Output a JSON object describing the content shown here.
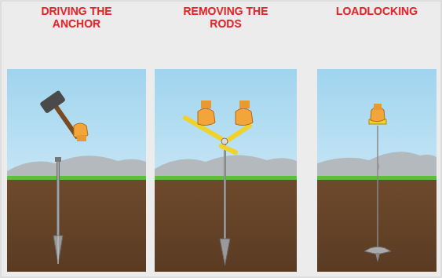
{
  "diagram": {
    "nodes": [
      {
        "text": [
          "DRIVING THE ANCHOR"
        ]
      },
      {
        "text": [
          "REMOVING THE RODS"
        ]
      },
      {
        "text": [
          "LOADLOCKING"
        ]
      }
    ]
  }
}
